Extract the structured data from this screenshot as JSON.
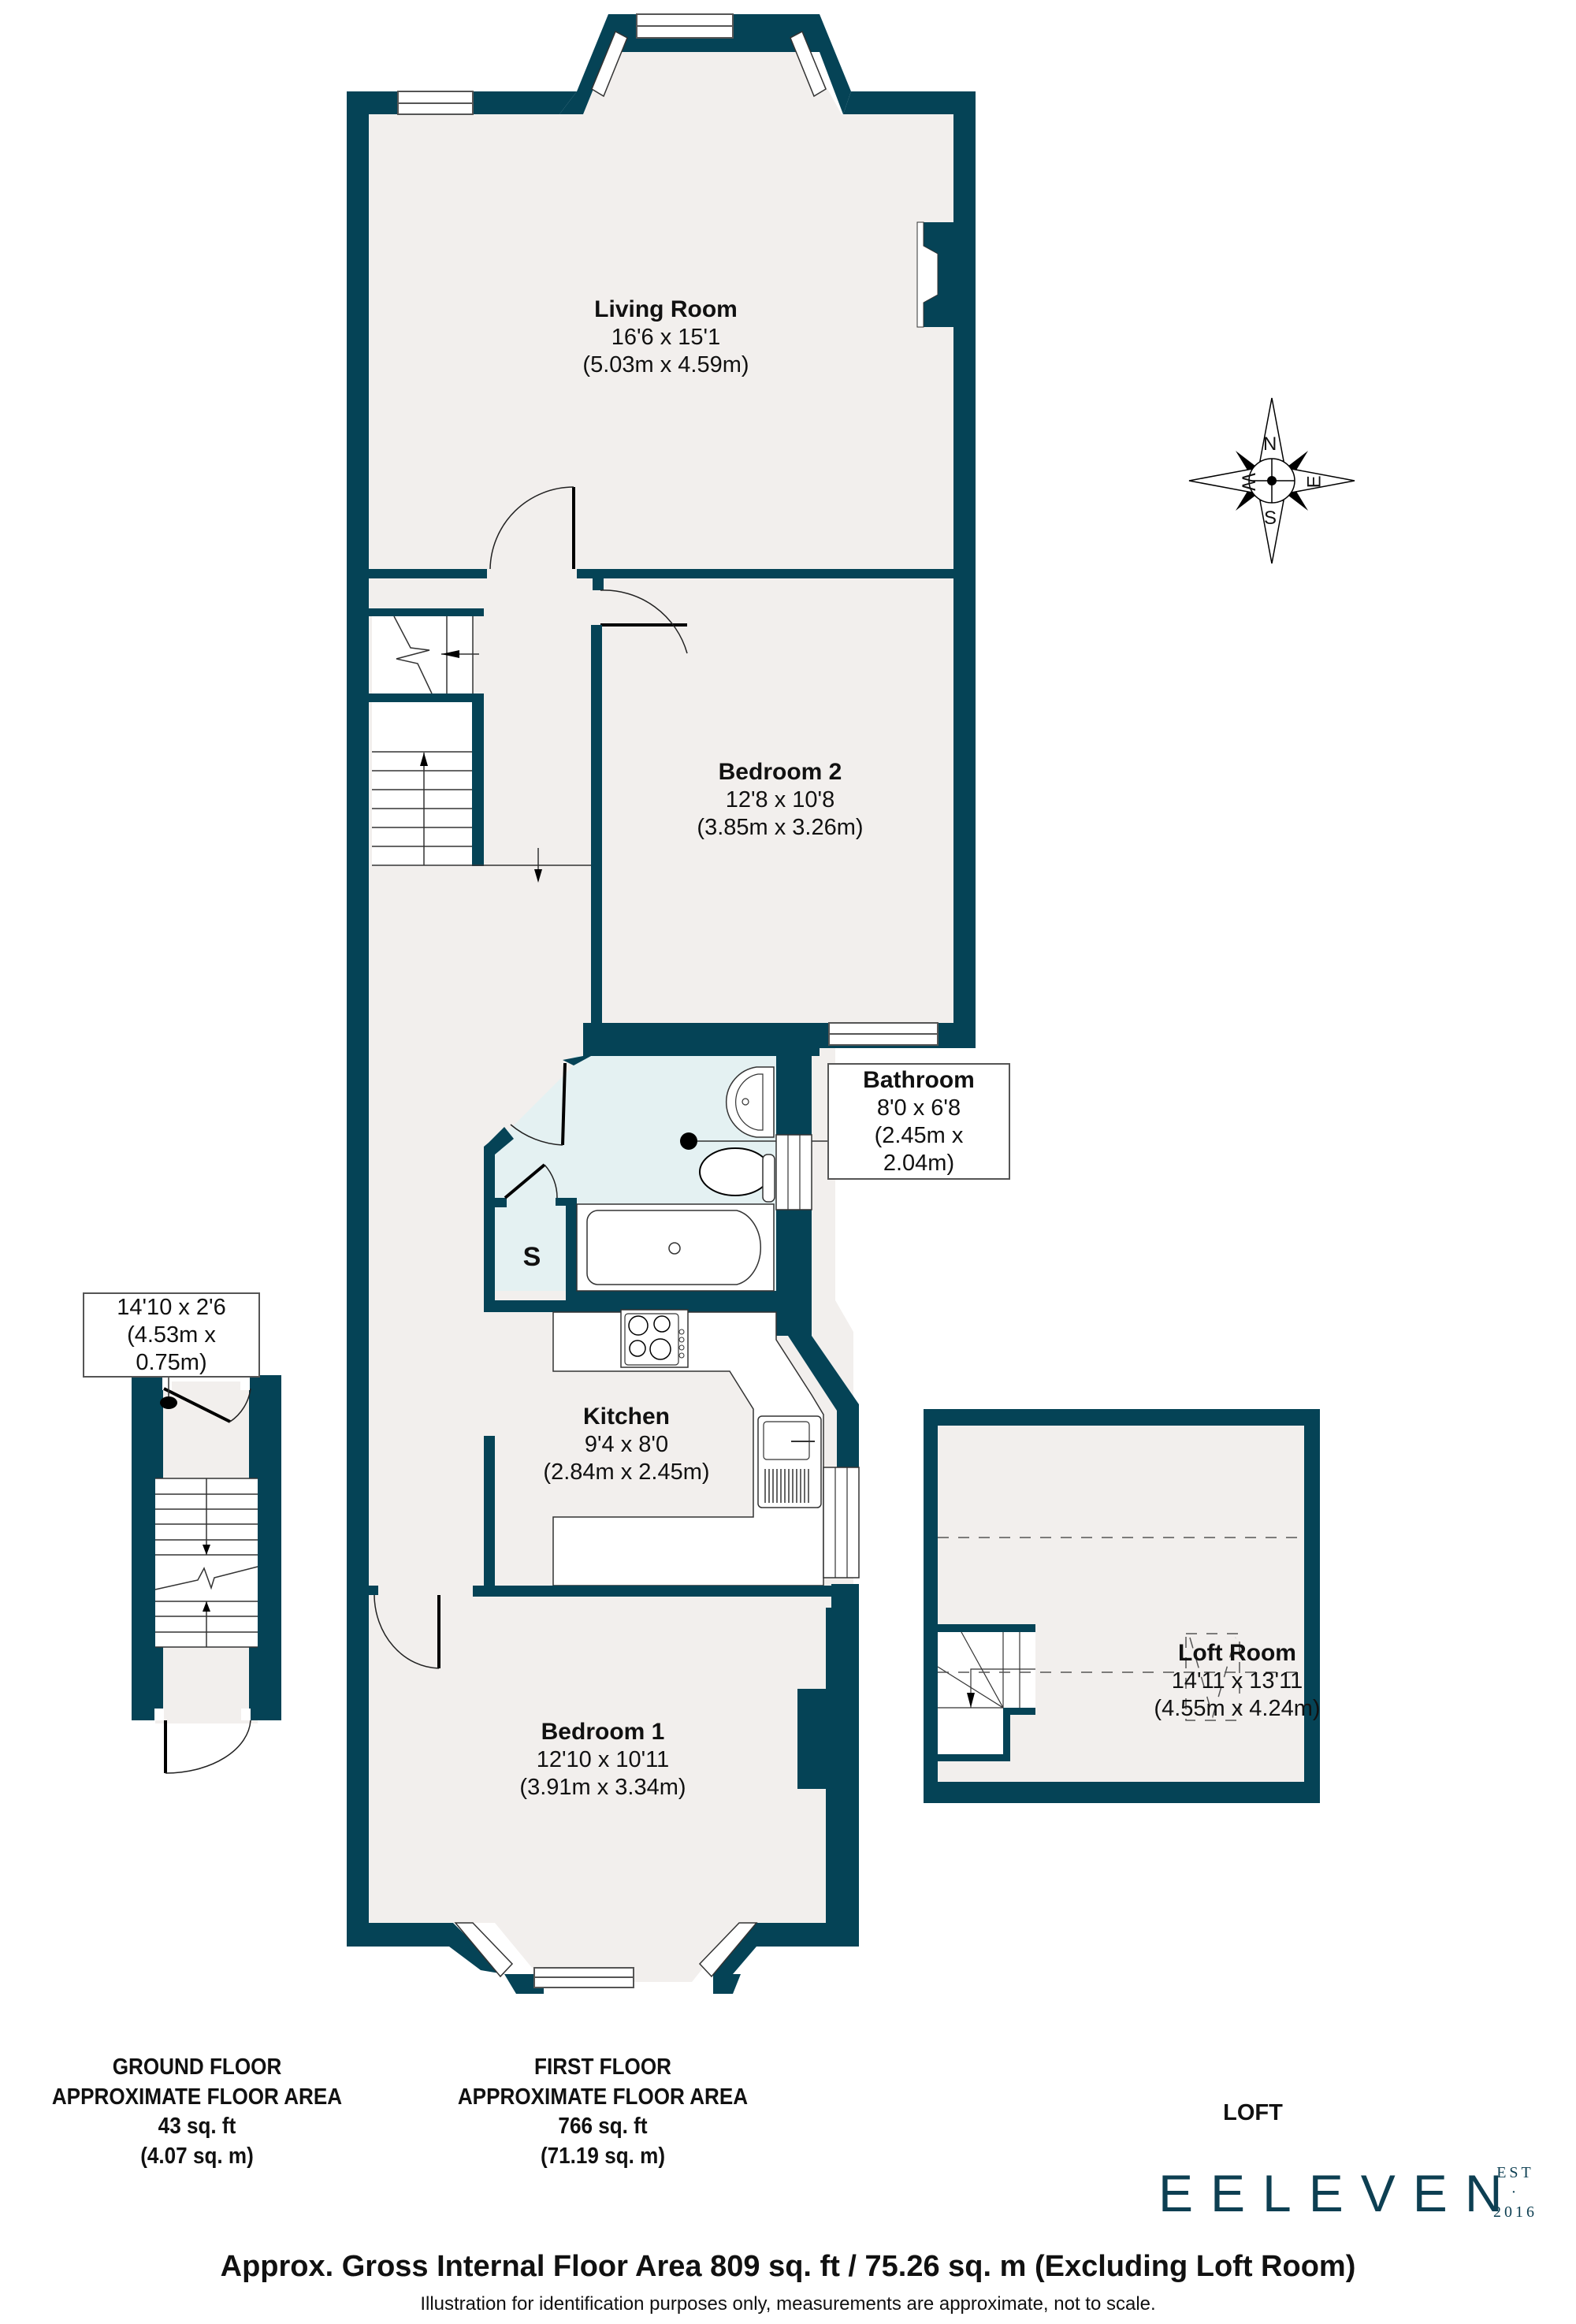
{
  "colors": {
    "wall": "#054356",
    "floor": "#f2efed",
    "bathroom_floor": "#e4f1f2",
    "fixture": "#ffffff",
    "brand": "#0d3f52"
  },
  "rooms": {
    "living_room": {
      "name": "Living Room",
      "imperial": "16'6 x 15'1",
      "metric": "(5.03m x 4.59m)"
    },
    "bedroom_2": {
      "name": "Bedroom 2",
      "imperial": "12'8 x 10'8",
      "metric": "(3.85m x 3.26m)"
    },
    "bathroom": {
      "name": "Bathroom",
      "imperial": "8'0 x 6'8",
      "metric": "(2.45m x 2.04m)"
    },
    "kitchen": {
      "name": "Kitchen",
      "imperial": "9'4 x 8'0",
      "metric": "(2.84m x 2.45m)"
    },
    "bedroom_1": {
      "name": "Bedroom 1",
      "imperial": "12'10 x 10'11",
      "metric": "(3.91m x 3.34m)"
    },
    "loft_room": {
      "name": "Loft Room",
      "imperial": "14'11 x 13'11",
      "metric": "(4.55m x 4.24m)"
    },
    "ground_hall": {
      "imperial": "14'10 x 2'6",
      "metric": "(4.53m x 0.75m)"
    },
    "storage": {
      "name": "S"
    }
  },
  "compass": {
    "n": "N",
    "s": "S",
    "e": "E",
    "w": "W"
  },
  "floors": {
    "ground": {
      "title": "GROUND FLOOR",
      "subtitle": "APPROXIMATE FLOOR AREA",
      "sqft": "43 sq. ft",
      "sqm": "(4.07 sq. m)"
    },
    "first": {
      "title": "FIRST FLOOR",
      "subtitle": "APPROXIMATE FLOOR AREA",
      "sqft": "766 sq. ft",
      "sqm": "(71.19 sq. m)"
    },
    "loft": {
      "title": "LOFT"
    }
  },
  "brand": {
    "name": "EELEVEN",
    "est": "EST",
    "dot": "·",
    "year": "2016"
  },
  "footer": {
    "total": "Approx. Gross Internal Floor Area 809 sq. ft / 75.26 sq. m (Excluding Loft Room)",
    "disclaimer": "Illustration for identification purposes only, measurements are approximate, not to scale."
  }
}
